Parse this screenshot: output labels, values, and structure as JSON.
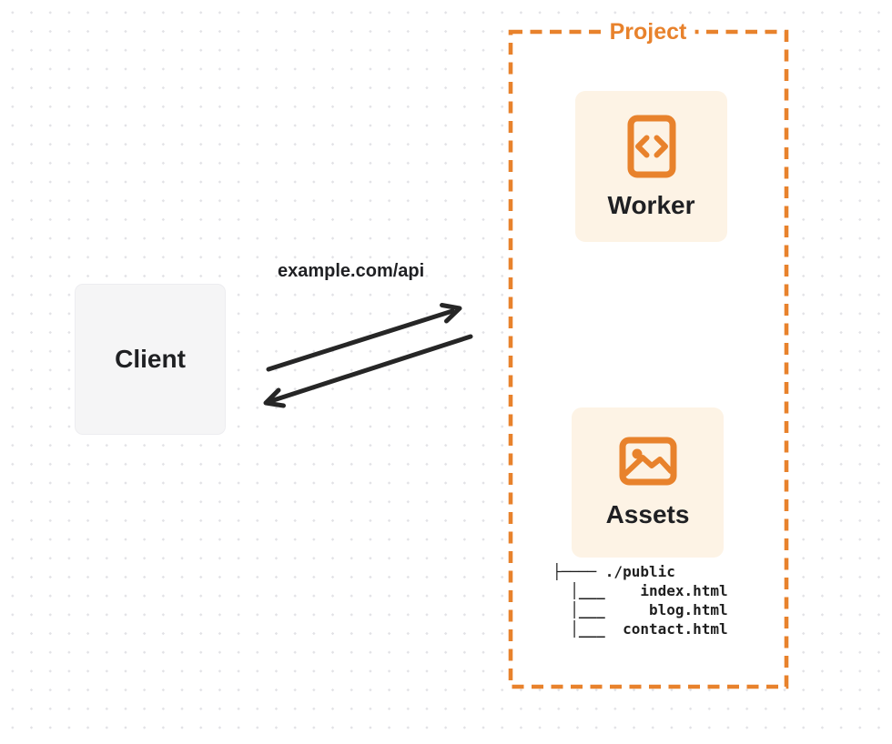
{
  "diagram": {
    "title": "Project",
    "client": {
      "label": "Client"
    },
    "request_label": "example.com/api",
    "worker": {
      "label": "Worker",
      "icon": "code-document-icon"
    },
    "assets": {
      "label": "Assets",
      "icon": "image-icon"
    },
    "file_tree": {
      "root": "./public",
      "files": [
        "index.html",
        "blog.html",
        "contact.html"
      ],
      "text": "├──── ./public\n  │___    index.html\n  │___     blog.html\n  │___  contact.html"
    }
  },
  "colors": {
    "accent_orange": "#E8822C",
    "card_peach": "#FDF3E5",
    "card_gray": "#F5F5F6",
    "arrow_dark": "#262626",
    "text_dark": "#1F2023",
    "dot_grid": "#E2E2E6",
    "background": "#FFFFFF"
  }
}
